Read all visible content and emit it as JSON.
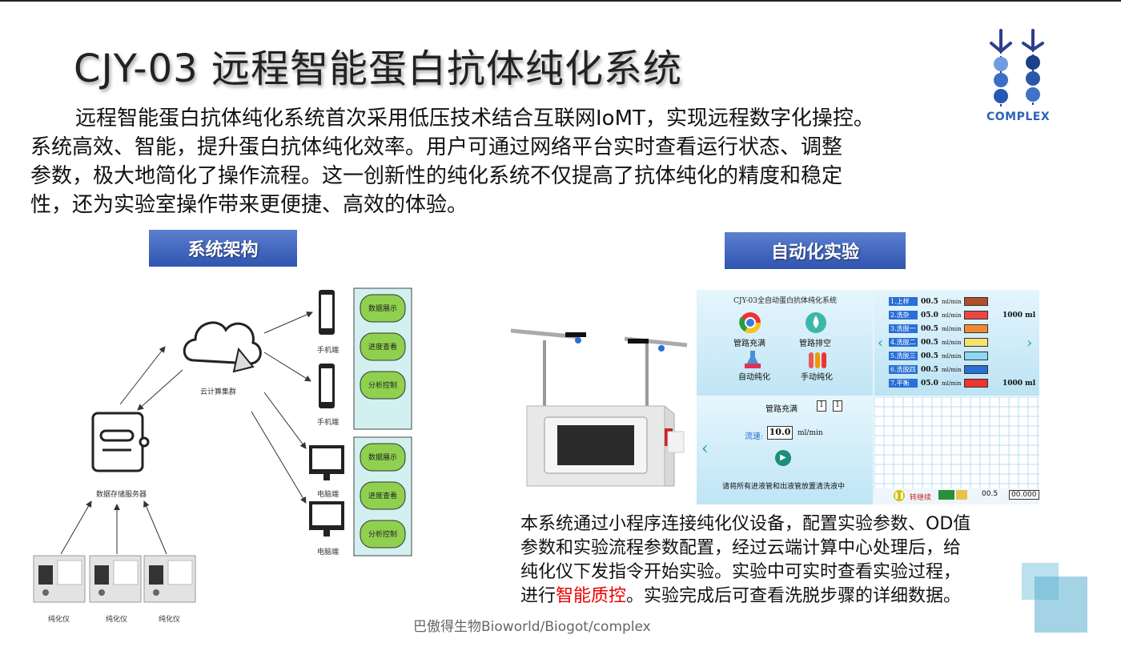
{
  "title": "CJY-03 远程智能蛋白抗体纯化系统",
  "logo": {
    "text": "COMPLEX"
  },
  "intro": {
    "lines": [
      "远程智能蛋白抗体纯化系统首次采用低压技术结合互联网IoMT，实现远程数字化操控。",
      "系统高效、智能，提升蛋白抗体纯化效率。用户可通过网络平台实时查看运行状态、调整",
      "参数，极大地简化了操作流程。这一创新性的纯化系统不仅提高了抗体纯化的精度和稳定",
      "性，还为实验室操作带来更便捷、高效的体验。"
    ]
  },
  "sections": {
    "architecture": "系统架构",
    "automation": "自动化实验"
  },
  "diagram": {
    "cloud_label": "云计算集群",
    "server_label": "数据存储服务器",
    "instrument_label": "纯化仪",
    "phone_label": "手机端",
    "pc_label": "电脑端",
    "features": [
      "数据展示",
      "进度查看",
      "分析控制"
    ]
  },
  "screens": {
    "p1": {
      "title": "CJY-03全自动蛋白抗体纯化系统",
      "buttons": [
        "管路充满",
        "管路排空",
        "自动纯化",
        "手动纯化"
      ]
    },
    "p2": {
      "unit": "ml/min",
      "rows": [
        {
          "label": "1.上样",
          "value": "00.5"
        },
        {
          "label": "2.洗杂",
          "value": "05.0",
          "extra": "1000",
          "extra_unit": "ml"
        },
        {
          "label": "3.洗脱一",
          "value": "00.5"
        },
        {
          "label": "4.洗脱二",
          "value": "00.5"
        },
        {
          "label": "5.洗脱三",
          "value": "00.5"
        },
        {
          "label": "6.洗脱四",
          "value": "00.5"
        },
        {
          "label": "7.平衡",
          "value": "05.0",
          "extra": "1000",
          "extra_unit": "ml"
        }
      ]
    },
    "p3": {
      "title": "管路充满",
      "flow_label": "流速:",
      "flow_value": "10.0",
      "flow_unit": "ml/min",
      "counter_a": "1",
      "counter_b": "1",
      "instruction": "请将所有进液管和出液管放置清洗液中"
    },
    "p4": {
      "status": "转继续",
      "value_a": "00.5",
      "value_b": "00.000"
    }
  },
  "description": {
    "line1": "本系统通过小程序连接纯化仪设备，配置实验参数、OD值",
    "line2": "参数和实验流程参数配置，经过云端计算中心处理后，给",
    "line3": "纯化仪下发指令开始实验。实验中可实时查看实验过程，",
    "line4_pre": "进行",
    "line4_highlight": "智能质控",
    "line4_post": "。实验完成后可查看洗脱步骤的详细数据。"
  },
  "footer": "巴傲得生物Bioworld/Biogot/complex",
  "colors": {
    "accent": "#2f55b0",
    "highlight": "#e00000",
    "feature_green": "#8fd14f",
    "panel_teal": "#d3f0f0"
  }
}
